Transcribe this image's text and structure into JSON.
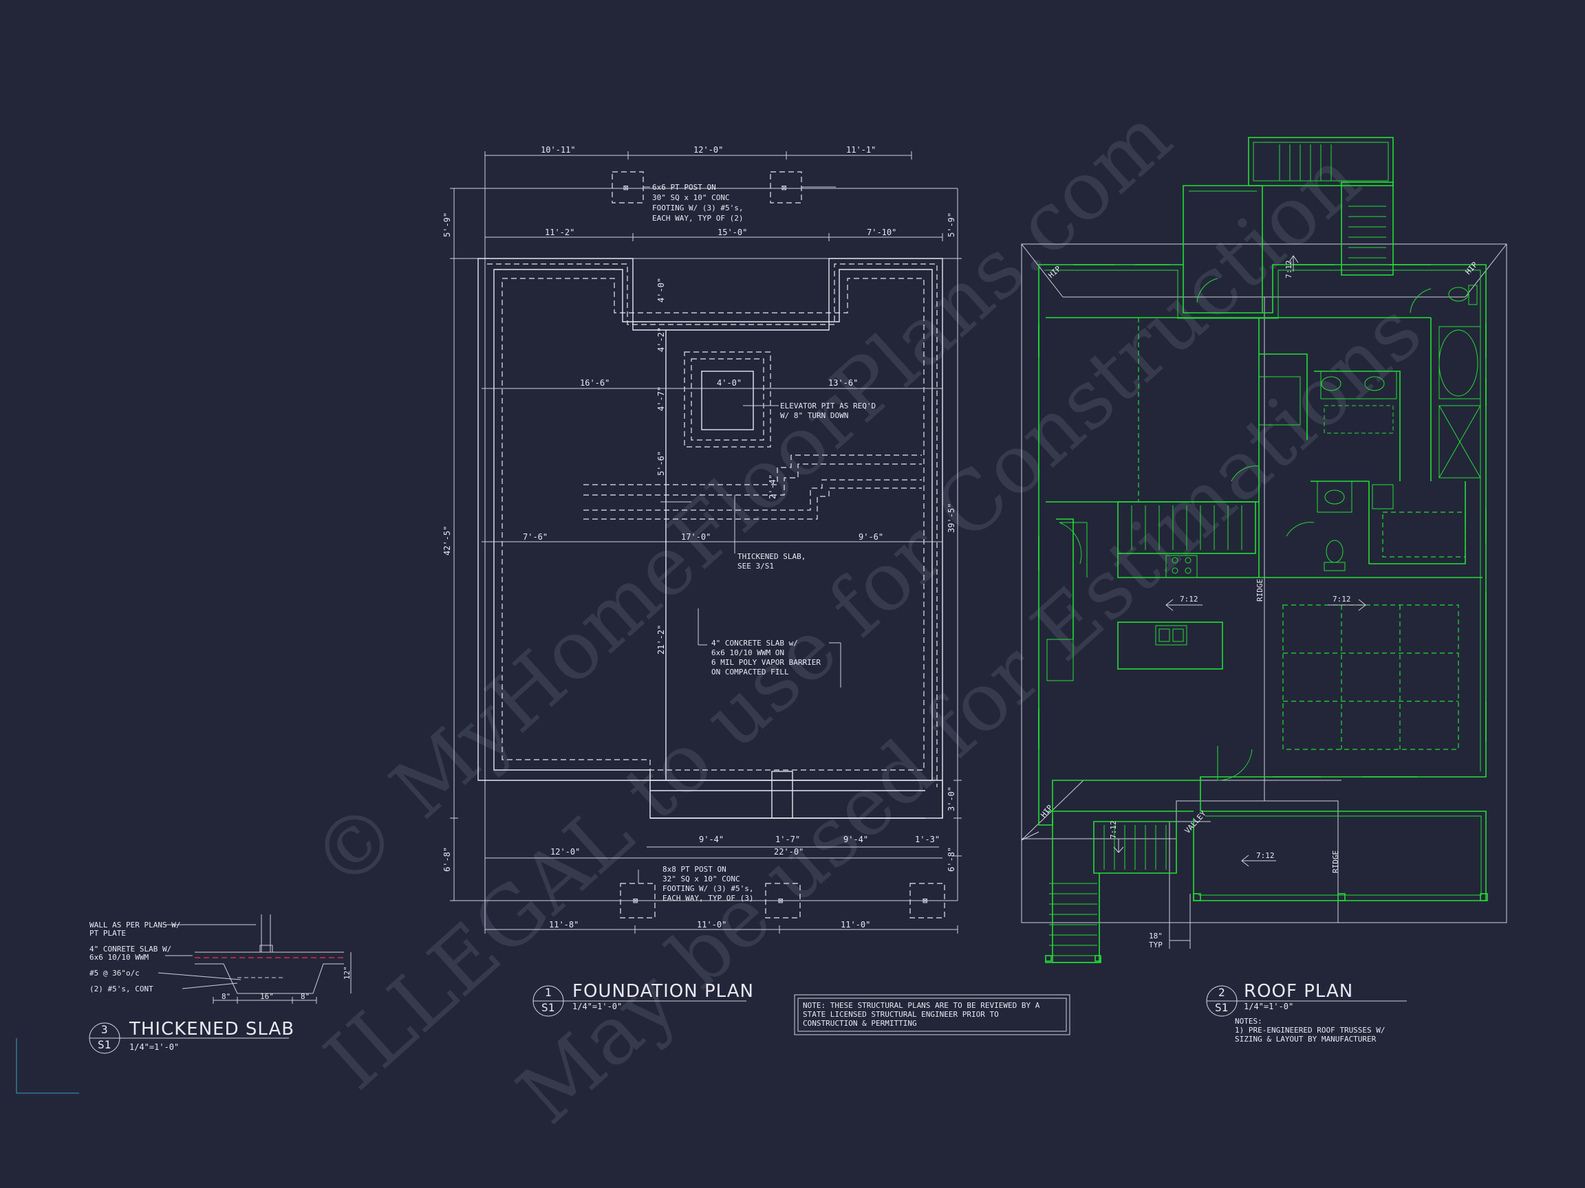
{
  "watermark": {
    "line1": "© MyHomeFloorPlans.com",
    "line2": "ILLEGAL to use for Construction",
    "line3": "May be used for Estimations"
  },
  "foundation": {
    "title": "FOUNDATION PLAN",
    "detail_num": "1",
    "sheet": "S1",
    "scale": "1/4\"=1'-0\"",
    "dims_top": [
      "10'-11\"",
      "12'-0\"",
      "11'-1\""
    ],
    "dims_top2": [
      "11'-2\"",
      "15'-0\"",
      "7'-10\""
    ],
    "dim_left_top": "5'-9\"",
    "dim_right_top": "5'-9\"",
    "dim_left_total": "42'-5\"",
    "dim_right_total": "39'-5\"",
    "dim_left_bot": "6'-8\"",
    "dim_right_bot": "6'-8\"",
    "dim_right_3": "3'-0\"",
    "dim_4_0_v": "4'-0\"",
    "dim_4_2": "4'-2\"",
    "dim_4_7": "4'-7\"",
    "dim_5_6": "5'-6\"",
    "dim_21_2": "21'-2\"",
    "dim_2_4": "2'-4\"",
    "dim_16_6": "16'-6\"",
    "dim_13_6": "13'-6\"",
    "dim_4_0": "4'-0\"",
    "dim_7_6": "7'-6\"",
    "dim_17_0": "17'-0\"",
    "dim_9_6": "9'-6\"",
    "dim_9_4a": "9'-4\"",
    "dim_1_7": "1'-7\"",
    "dim_9_4b": "9'-4\"",
    "dim_1_3": "1'-3\"",
    "dim_22_0": "22'-0\"",
    "dim_12_0": "12'-0\"",
    "dims_bottom": [
      "11'-8\"",
      "11'-0\"",
      "11'-0\""
    ],
    "note_post_top": [
      "6x6 PT POST ON",
      "30\" SQ x 10\" CONC",
      "FOOTING W/ (3) #5's,",
      "EACH WAY, TYP OF (2)"
    ],
    "note_elevator": [
      "ELEVATOR PIT AS REQ'D",
      "W/ 8\" TURN DOWN"
    ],
    "note_thickened": [
      "THICKENED SLAB,",
      "SEE 3/S1"
    ],
    "note_slab": [
      "4\" CONCRETE SLAB w/",
      "6x6 10/10 WWM ON",
      "6 MIL POLY VAPOR BARRIER",
      "ON COMPACTED FILL"
    ],
    "note_post_bot": [
      "8x8 PT POST ON",
      "32\" SQ x 10\" CONC",
      "FOOTING W/ (3) #5's,",
      "EACH WAY, TYP OF (3)"
    ]
  },
  "thickened": {
    "title": "THICKENED SLAB",
    "detail_num": "3",
    "sheet": "S1",
    "scale": "1/4\"=1'-0\"",
    "labels": [
      "WALL AS PER PLANS W/",
      "PT PLATE",
      "4\" CONRETE SLAB W/",
      "6x6 10/10 WWM",
      "#5 @ 36\"o/c",
      "(2) #5's, CONT"
    ],
    "dims": [
      "8\"",
      "16\"",
      "8\"",
      "12\""
    ]
  },
  "note_box": [
    "NOTE: THESE STRUCTURAL PLANS ARE TO BE REVIEWED BY A",
    "STATE LICENSED STRUCTURAL ENGINEER PRIOR TO",
    "CONSTRUCTION & PERMITTING"
  ],
  "roof": {
    "title": "ROOF PLAN",
    "detail_num": "2",
    "sheet": "S1",
    "scale": "1/4\"=1'-0\"",
    "notes": [
      "NOTES:",
      "1) PRE-ENGINEERED ROOF TRUSSES W/",
      "SIZING & LAYOUT BY MANUFACTURER"
    ],
    "hip": "HIP",
    "ridge": "RIDGE",
    "valley": "VALLEY",
    "pitch": "7:12",
    "typ": [
      "18\"",
      "TYP"
    ]
  }
}
